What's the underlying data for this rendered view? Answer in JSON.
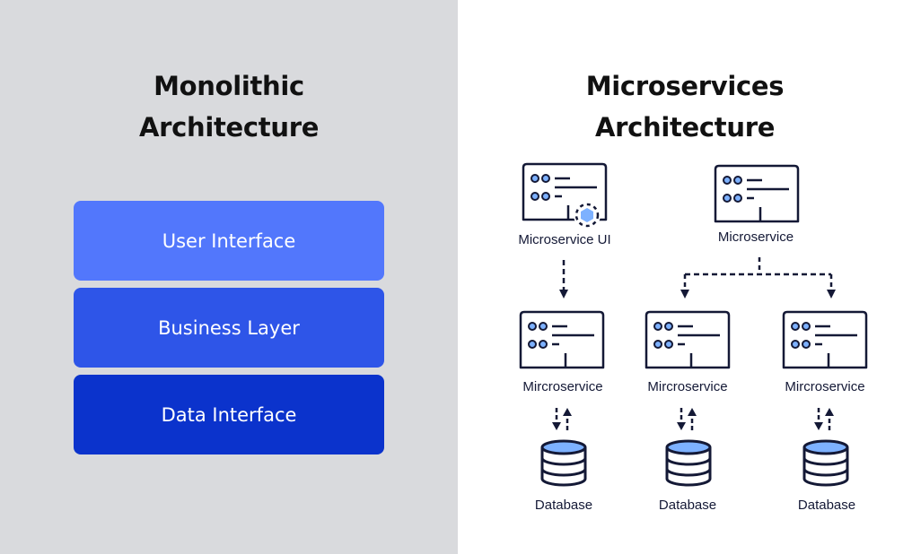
{
  "monolithic": {
    "title_line1": "Monolithic",
    "title_line2": "Architecture",
    "layers": [
      "User Interface",
      "Business Layer",
      "Data Interface"
    ],
    "layer_colors": [
      "#5277fc",
      "#2e55e8",
      "#0b33cc"
    ]
  },
  "microservices": {
    "title_line1": "Microservices",
    "title_line2": "Architecture",
    "ui_label": "Microservice UI",
    "gateway_label": "Microservice",
    "service_labels": [
      "Mircroservice",
      "Mircroservice",
      "Mircroservice"
    ],
    "database_labels": [
      "Database",
      "Database",
      "Database"
    ]
  },
  "colors": {
    "left_background": "#d9dadd",
    "outline": "#141936",
    "accent_fill": "#7db1ff"
  },
  "icons": [
    "server-window-icon",
    "hexagon-gear-icon",
    "database-icon",
    "arrow-down-icon",
    "arrow-up-icon"
  ]
}
